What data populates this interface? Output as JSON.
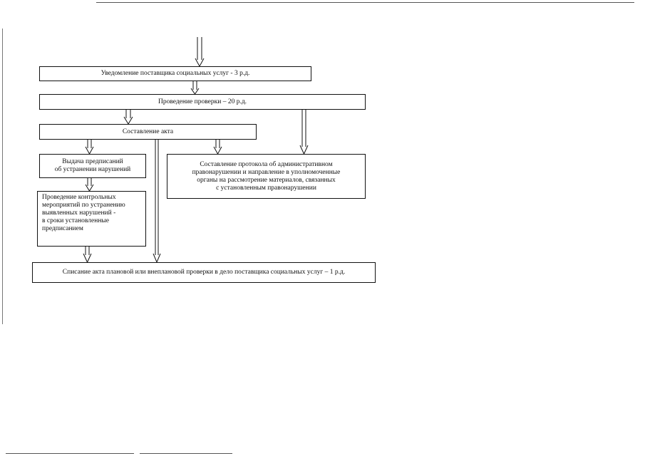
{
  "flowchart": {
    "notification": "Уведомление поставщика социальных услуг - 3 р.д.",
    "inspection": "Проведение проверки – 20 р.д.",
    "act": "Составление акта",
    "orders": [
      "Выдача предписаний",
      "об устранении нарушений"
    ],
    "protocol": [
      "Составление протокола об административном",
      "правонарушении и направление в уполномоченные",
      "органы на рассмотрение материалов, связанных",
      "с установленным правонарушении"
    ],
    "control": [
      "Проведение контрольных",
      "мероприятий по устранению",
      "выявленных нарушений -",
      "в сроки установленные",
      "предписанием"
    ],
    "archive": "Списание акта плановой или внеплановой проверки в дело поставщика социальных услуг – 1 р.д."
  }
}
